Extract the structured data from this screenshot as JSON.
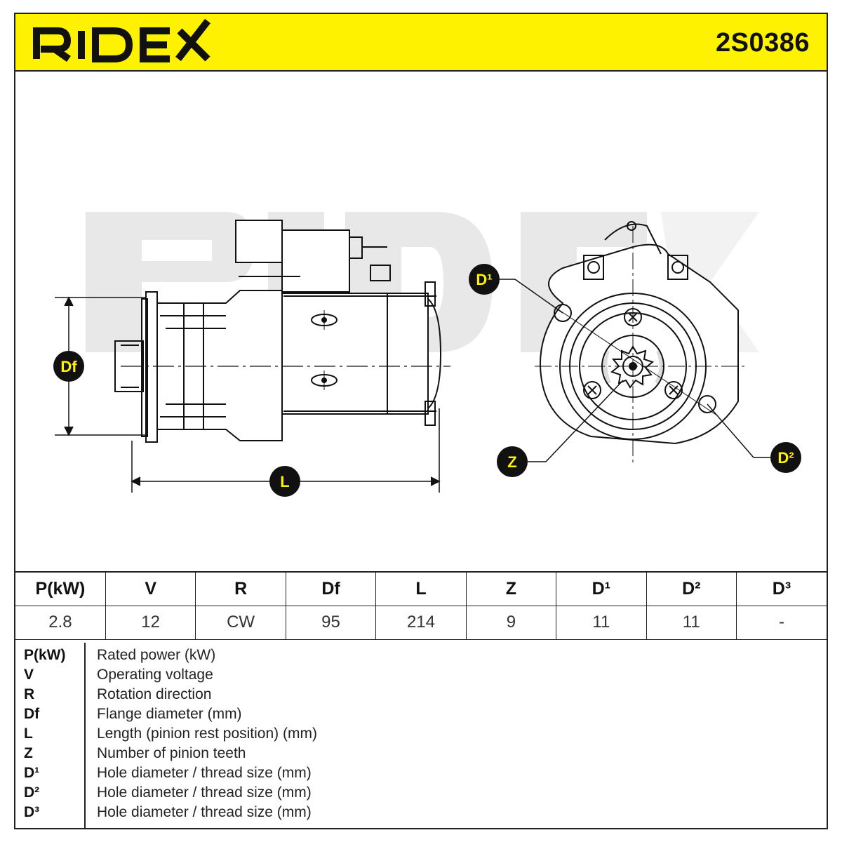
{
  "header": {
    "brand": "RIDEX",
    "part_number": "2S0386",
    "accent_color": "#fff200"
  },
  "diagram": {
    "callouts": {
      "df": "Df",
      "l": "L",
      "d1": "D¹",
      "d2": "D²",
      "z": "Z"
    }
  },
  "specs": {
    "headers": [
      "P(kW)",
      "V",
      "R",
      "Df",
      "L",
      "Z",
      "D¹",
      "D²",
      "D³"
    ],
    "values": [
      "2.8",
      "12",
      "CW",
      "95",
      "214",
      "9",
      "11",
      "11",
      "-"
    ]
  },
  "legend": [
    {
      "symbol": "P(kW)",
      "description": "Rated power (kW)"
    },
    {
      "symbol": "V",
      "description": "Operating voltage"
    },
    {
      "symbol": "R",
      "description": "Rotation direction"
    },
    {
      "symbol": "Df",
      "description": "Flange diameter (mm)"
    },
    {
      "symbol": "L",
      "description": "Length (pinion rest position) (mm)"
    },
    {
      "symbol": "Z",
      "description": "Number of pinion teeth"
    },
    {
      "symbol": "D¹",
      "description": "Hole diameter / thread size (mm)"
    },
    {
      "symbol": "D²",
      "description": "Hole diameter / thread size (mm)"
    },
    {
      "symbol": "D³",
      "description": "Hole diameter / thread size (mm)"
    }
  ]
}
